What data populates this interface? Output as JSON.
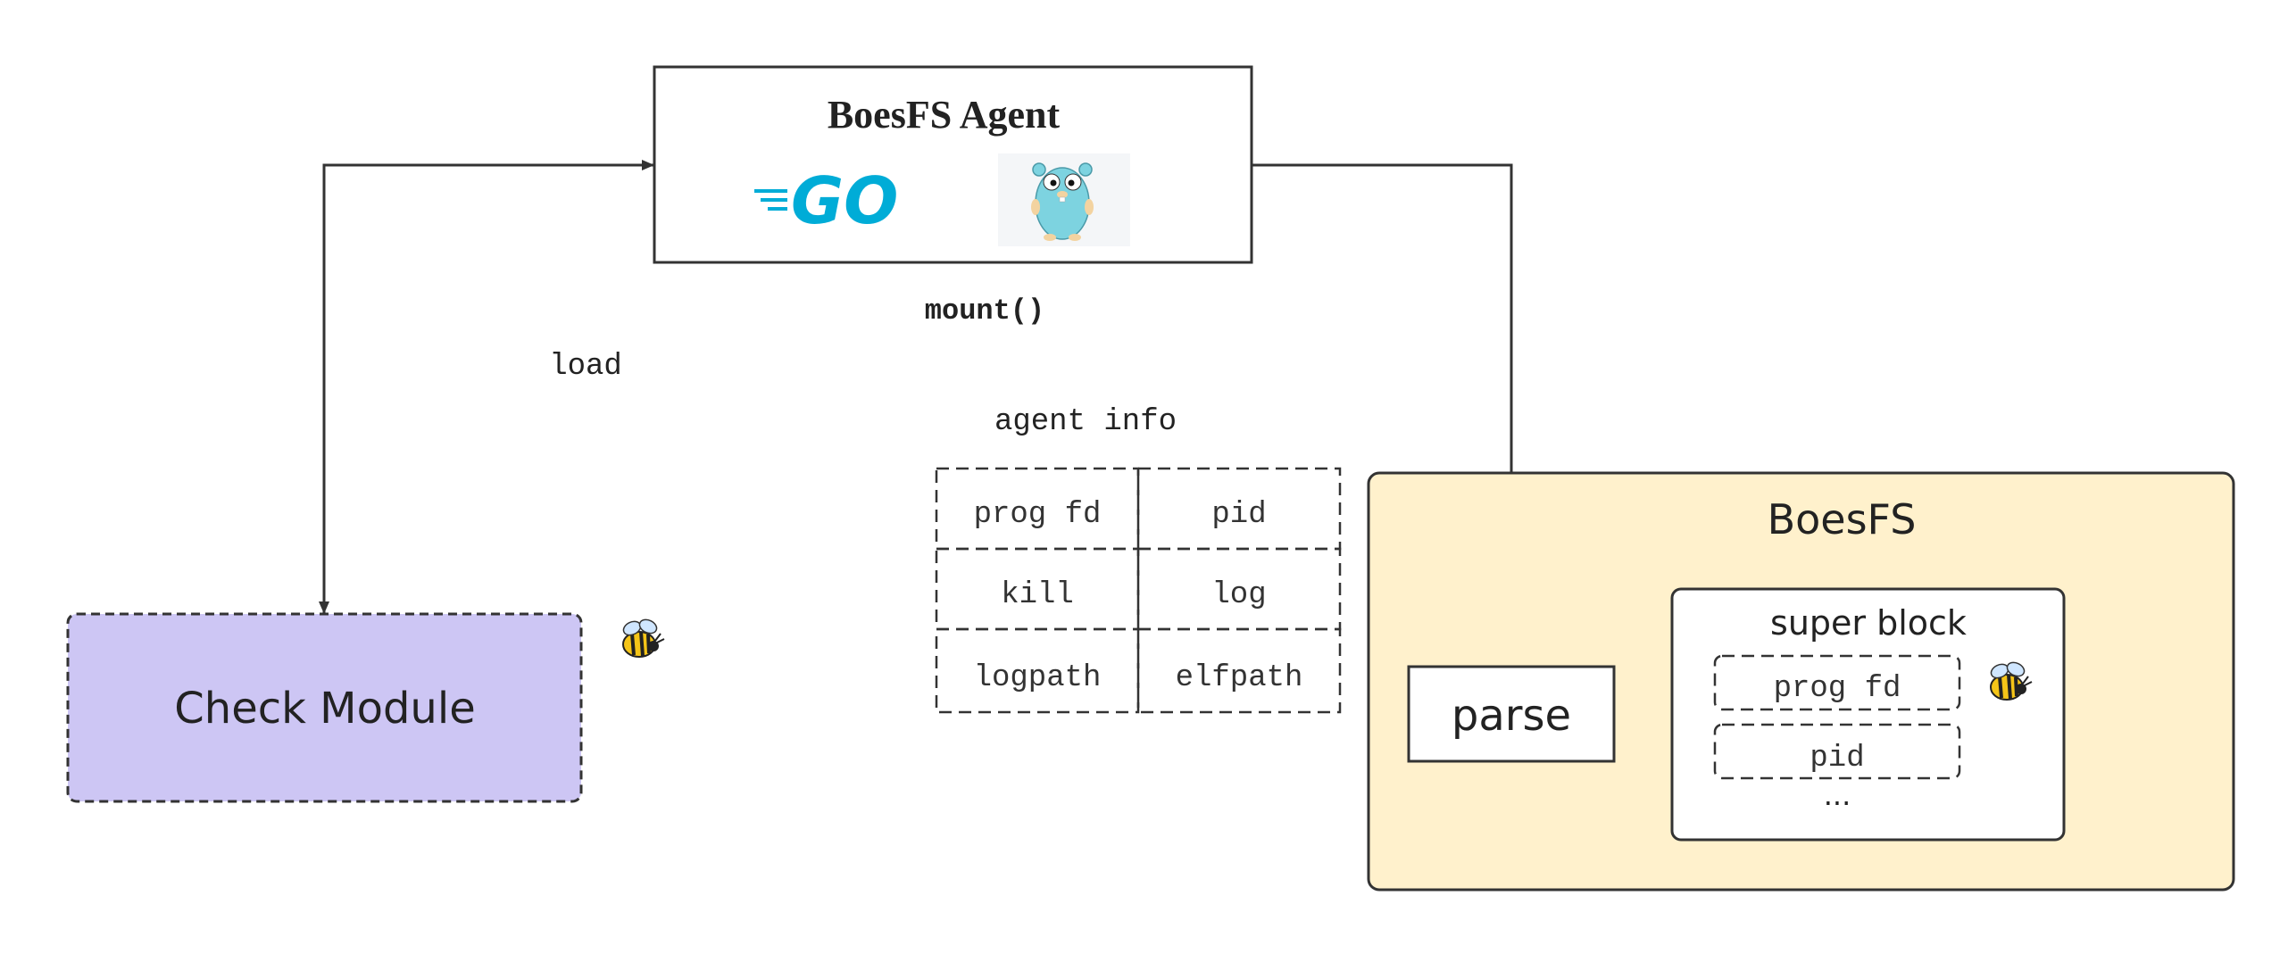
{
  "agent": {
    "title": "BoesFS Agent",
    "go_logo_text": "GO"
  },
  "labels": {
    "mount": "mount()",
    "load": "load",
    "agent_info": "agent info"
  },
  "agent_info_table": {
    "cells": [
      [
        "prog fd",
        "pid"
      ],
      [
        "kill",
        "log"
      ],
      [
        "logpath",
        "elfpath"
      ]
    ]
  },
  "check_module": {
    "label": "Check Module",
    "fill": "#cdc6f4"
  },
  "boesfs": {
    "title": "BoesFS",
    "fill": "#fff1cc",
    "parse_label": "parse",
    "super_block": {
      "title": "super block",
      "fields": [
        "prog fd",
        "pid"
      ],
      "more": "..."
    }
  },
  "colors": {
    "line": "#333333",
    "go_blue": "#00acd7",
    "gopher": "#7dd3e0",
    "bee_yellow": "#f5c518"
  },
  "icons": [
    "go-logo-icon",
    "gopher-mascot-icon",
    "bee-icon"
  ]
}
